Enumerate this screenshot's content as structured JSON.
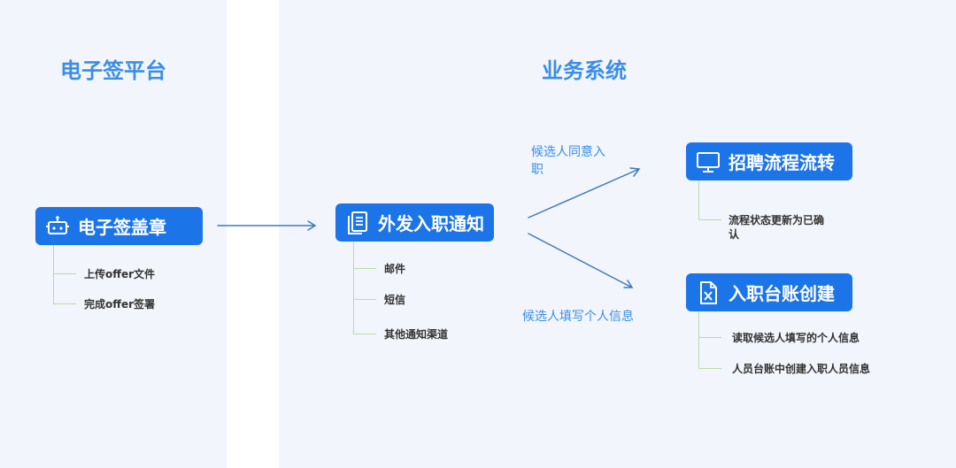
{
  "sections": {
    "left_title": "电子签平台",
    "right_title": "业务系统"
  },
  "nodes": {
    "esign": {
      "label": "电子签盖章",
      "icon": "robot-icon"
    },
    "notify": {
      "label": "外发入职通知",
      "icon": "document-icon"
    },
    "recruit": {
      "label": "招聘流程流转",
      "icon": "monitor-icon"
    },
    "ledger": {
      "label": "入职台账创建",
      "icon": "excel-file-icon"
    }
  },
  "esign_steps": [
    "上传offer文件",
    "完成offer签署"
  ],
  "notify_channels": [
    "邮件",
    "短信",
    "其他通知渠道"
  ],
  "recruit_steps": [
    "流程状态更新为已确\n认"
  ],
  "ledger_steps": [
    "读取候选人填写的个人信息",
    "人员台账中创建入职人员信息"
  ],
  "edge_labels": {
    "agree": "候选人同意入\n职",
    "fill": "候选人填写个人信息"
  },
  "colors": {
    "panel_bg": "#f2f5fb",
    "node_bg": "#1c74e9",
    "title": "#3a8ee8",
    "connector": "#3d7ab8",
    "tree_line": "#b8dca4"
  }
}
